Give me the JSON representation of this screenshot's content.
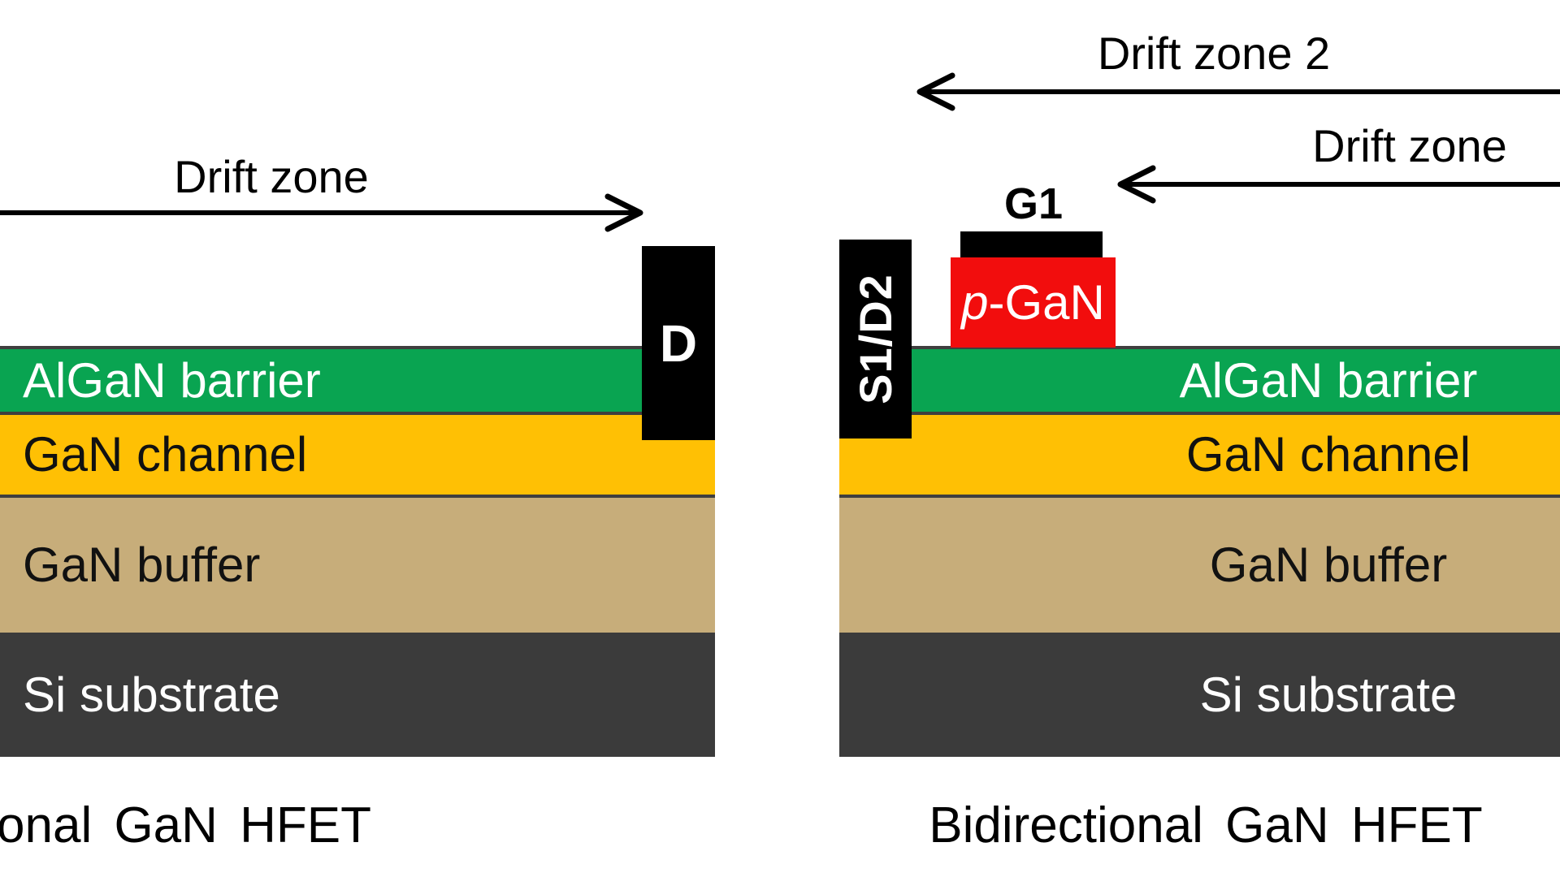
{
  "figure": {
    "type": "semiconductor cross-section comparison",
    "colors": {
      "background": "#FFFFFF",
      "algan_barrier": "#09A451",
      "gan_channel": "#FFC004",
      "gan_buffer": "#C7AD7A",
      "si_substrate": "#3B3B3B",
      "p_gan": "#F20D0D",
      "contact_metal": "#000000",
      "layer_border": "#3F3F3F",
      "arrow": "#000000",
      "label_on_dark": "#FFFFFF",
      "label_on_light": "#111111"
    }
  },
  "left_device": {
    "caption": "onal GaN HFET",
    "drift_zone_label": "Drift zone",
    "drain_contact_label": "D",
    "layers": [
      {
        "label": "AlGaN barrier"
      },
      {
        "label": "GaN channel"
      },
      {
        "label": "GaN buffer"
      },
      {
        "label": "Si substrate"
      }
    ]
  },
  "right_device": {
    "caption": "Bidirectional GaN HFET",
    "drift_zone_2_label": "Drift zone 2",
    "drift_zone_label": "Drift zone",
    "gate_label": "G1",
    "contact_label": "S1/D2",
    "p_gan_label": {
      "italic_part": "p",
      "rest_part": "-GaN"
    },
    "layers": [
      {
        "label": "AlGaN barrier"
      },
      {
        "label": "GaN channel"
      },
      {
        "label": "GaN buffer"
      },
      {
        "label": "Si substrate"
      }
    ]
  }
}
